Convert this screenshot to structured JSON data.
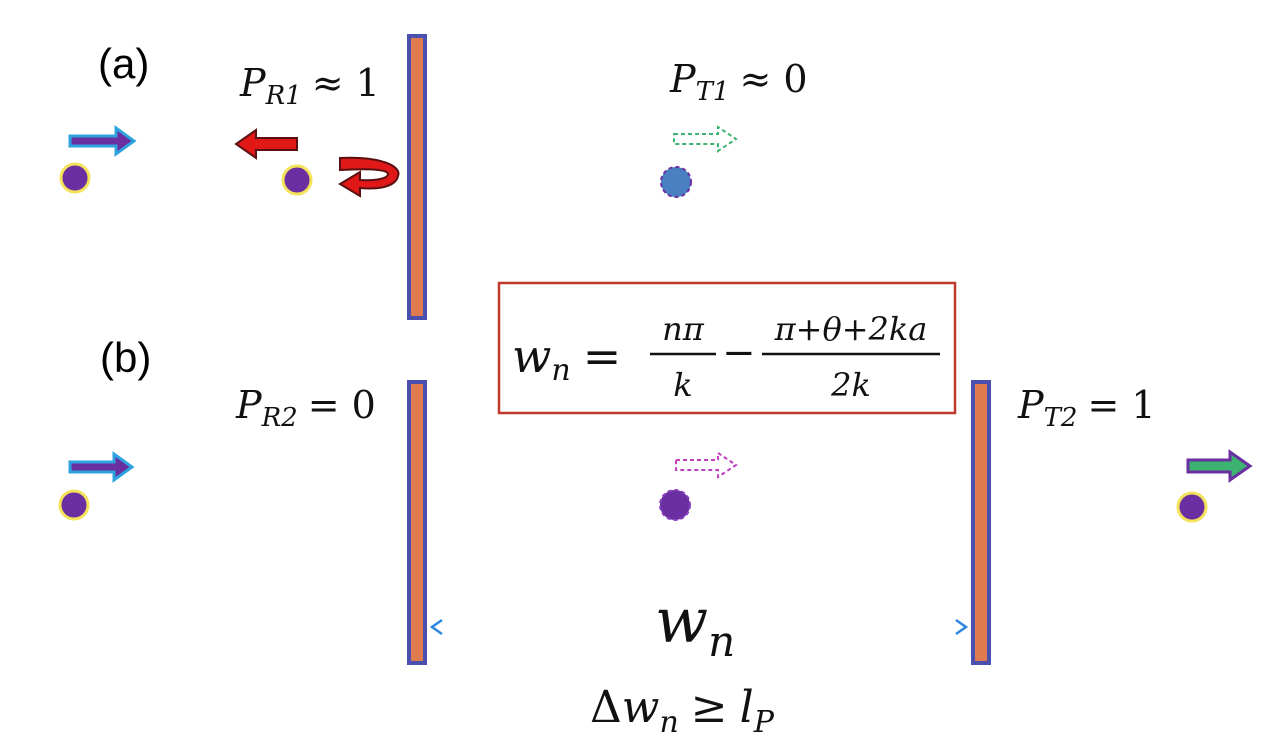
{
  "panels": {
    "a": {
      "label": "(a)",
      "reflect": {
        "symbol": "P",
        "sub": "R1",
        "rel": "≈ 1"
      },
      "transmit": {
        "symbol": "P",
        "sub": "T1",
        "rel": "≈ 0"
      }
    },
    "b": {
      "label": "(b)",
      "reflect": {
        "symbol": "P",
        "sub": "R2",
        "rel": "= 0"
      },
      "transmit": {
        "symbol": "P",
        "sub": "T2",
        "rel": "= 1"
      }
    }
  },
  "formula": {
    "lhs": "w",
    "lhs_sub": "n",
    "eq": "=",
    "frac1_num": "nπ",
    "frac1_den": "k",
    "minus": "−",
    "frac2_num": "π+θ+2ka",
    "frac2_den": "2k"
  },
  "width_label": {
    "symbol": "w",
    "sub": "n"
  },
  "constraint": {
    "delta": "Δ",
    "symbol": "w",
    "sub": "n",
    "rel": "≥",
    "rhs": "l",
    "rhs_sub": "P"
  },
  "colors": {
    "wall_border": "#4b4fb0",
    "wall_fill": "#e07b4f",
    "particle": "#6a2fa0",
    "particle_glow": "#f3e25a",
    "box_border": "#c0392b",
    "reflect_arrow": "#e01818",
    "incident_arrow_border": "#2ea3e0"
  }
}
